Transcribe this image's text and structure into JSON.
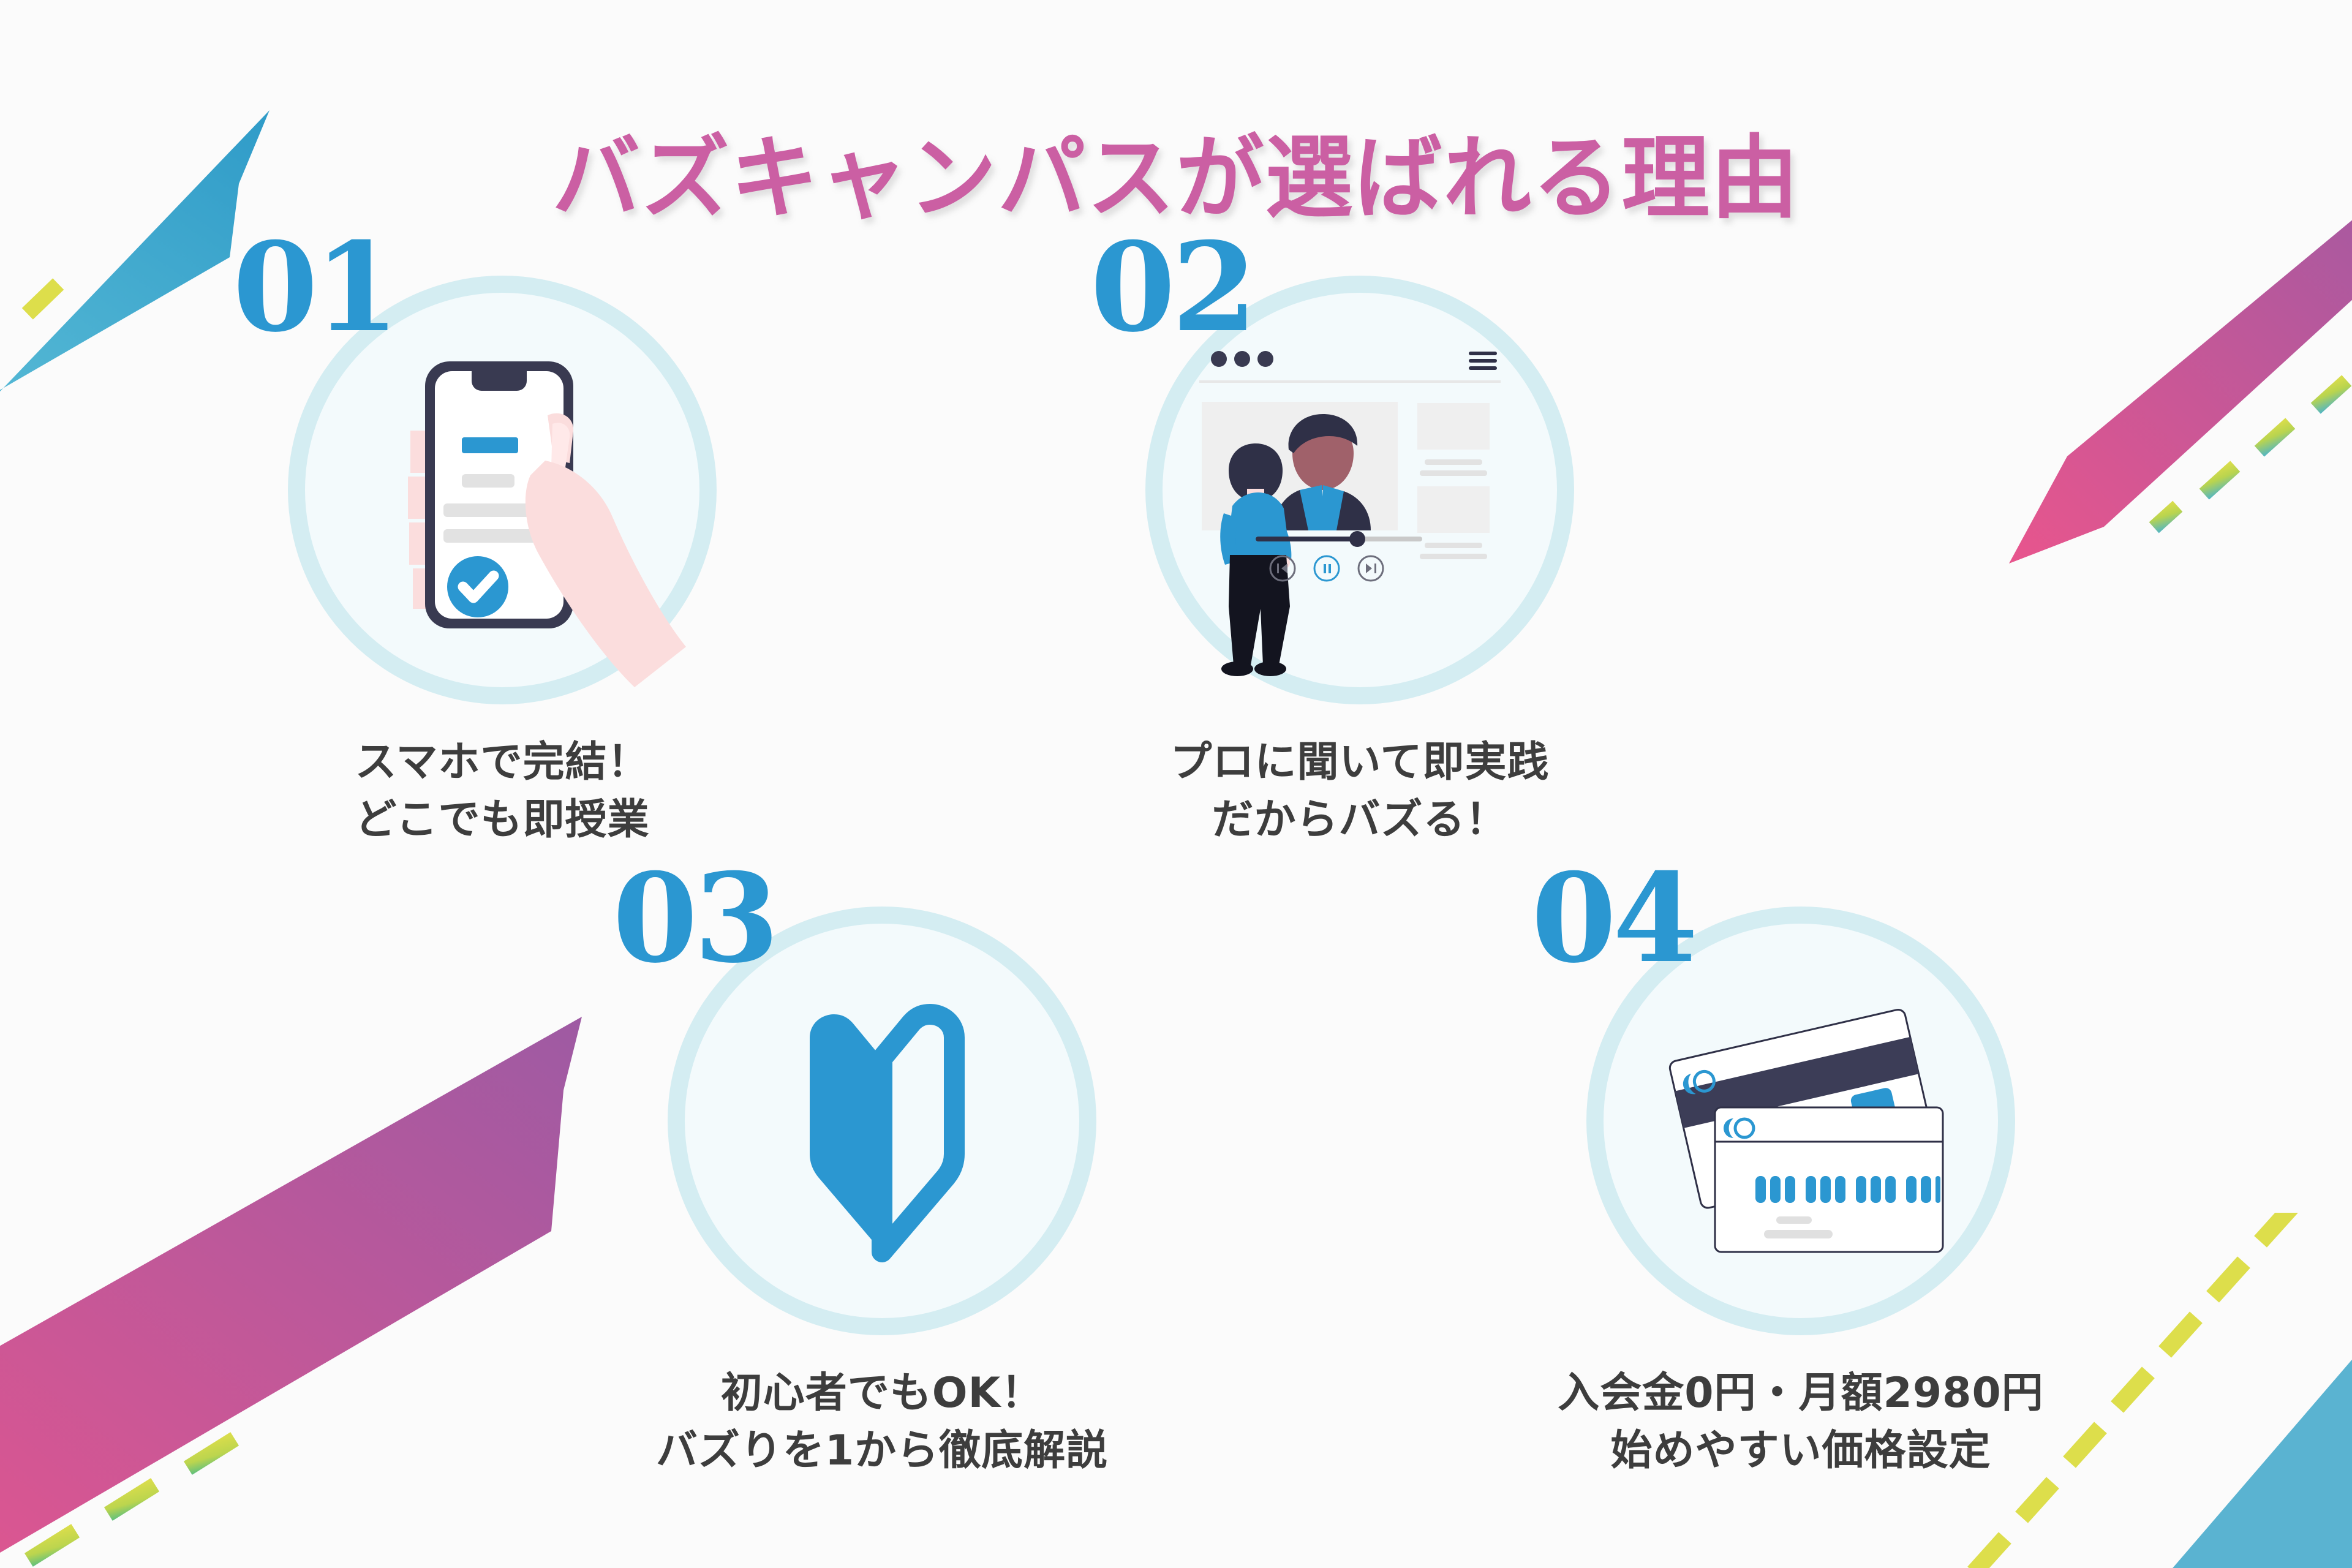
{
  "page": {
    "title": "バズキャンパスが選ばれる理由",
    "background_color": "#FBFBFB",
    "title_color": "#CB5FA3",
    "accent_blue": "#2B97D1",
    "ring_color": "#D4EDF2",
    "ring_inner_color": "#F3FAFC",
    "caption_color": "#3D3D3D"
  },
  "features": [
    {
      "number": "01",
      "icon_name": "hand-holding-smartphone-icon",
      "caption_line1": "スマホで完結！",
      "caption_line2": "どこでも即授業",
      "caption": "スマホで完結！\nどこでも即授業"
    },
    {
      "number": "02",
      "icon_name": "video-lesson-player-icon",
      "caption_line1": "プロに聞いて即実践",
      "caption_line2": "だからバズる！",
      "caption": "プロに聞いて即実践\nだからバズる！"
    },
    {
      "number": "03",
      "icon_name": "beginner-shoshinsha-leaf-mark-icon",
      "caption_line1": "初心者でもOK！",
      "caption_line2": "バズりを1から徹底解説",
      "caption": "初心者でもOK！\nバズりを1から徹底解説"
    },
    {
      "number": "04",
      "icon_name": "credit-cards-icon",
      "caption_line1": "入会金0円・月額2980円",
      "caption_line2": "始めやすい価格設定",
      "caption": "入会金0円・月額2980円\n始めやすい価格設定"
    }
  ],
  "decorations": {
    "top_left": {
      "name": "blue-arrow-ribbon",
      "color_from": "#3FA8D0",
      "color_to": "#5FC0D8",
      "dash_color": "#DDDE4B"
    },
    "top_right": {
      "name": "pink-arrow-ribbon",
      "color_from": "#A8569F",
      "color_to": "#E8558D",
      "dash_from": "#4FB5C6",
      "dash_to": "#DDDE4B"
    },
    "bottom_left": {
      "name": "pink-purple-arrow-ribbon",
      "color_from": "#A8569F",
      "color_to": "#E8558D",
      "dash_color": "#DDDE4B"
    },
    "bottom_right": {
      "name": "blue-band-ribbon",
      "color": "#5AB3D1",
      "dash_color": "#DDDE4B"
    }
  }
}
